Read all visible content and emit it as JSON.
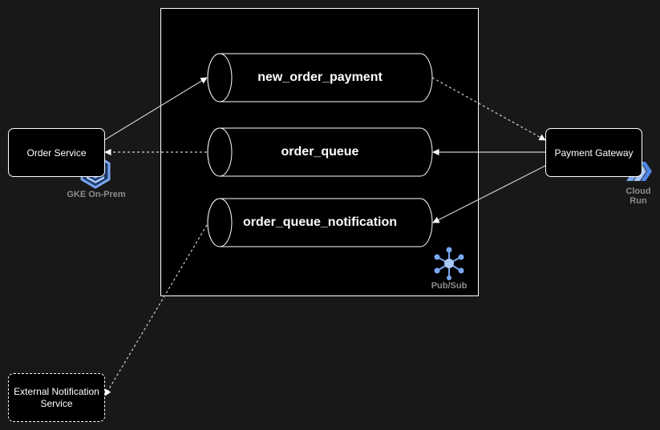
{
  "services": {
    "order": "Order Service",
    "payment": "Payment Gateway",
    "external_line1": "External Notification",
    "external_line2": "Service"
  },
  "topics": {
    "new_order_payment": "new_order_payment",
    "order_queue": "order_queue",
    "order_queue_notification": "order_queue_notification"
  },
  "icons": {
    "gke": {
      "name": "gke-icon",
      "label": "GKE On-Prem"
    },
    "pubsub": {
      "name": "pubsub-icon",
      "label": "Pub/Sub"
    },
    "cloudrun": {
      "name": "cloud-run-icon",
      "label_line1": "Cloud",
      "label_line2": "Run"
    }
  },
  "colors": {
    "background": "#181818",
    "node_fill": "#000000",
    "stroke": "#ffffff",
    "edge": "#cccccc",
    "icon_blue": "#7aa7f0",
    "icon_label": "#8c8c8c"
  }
}
